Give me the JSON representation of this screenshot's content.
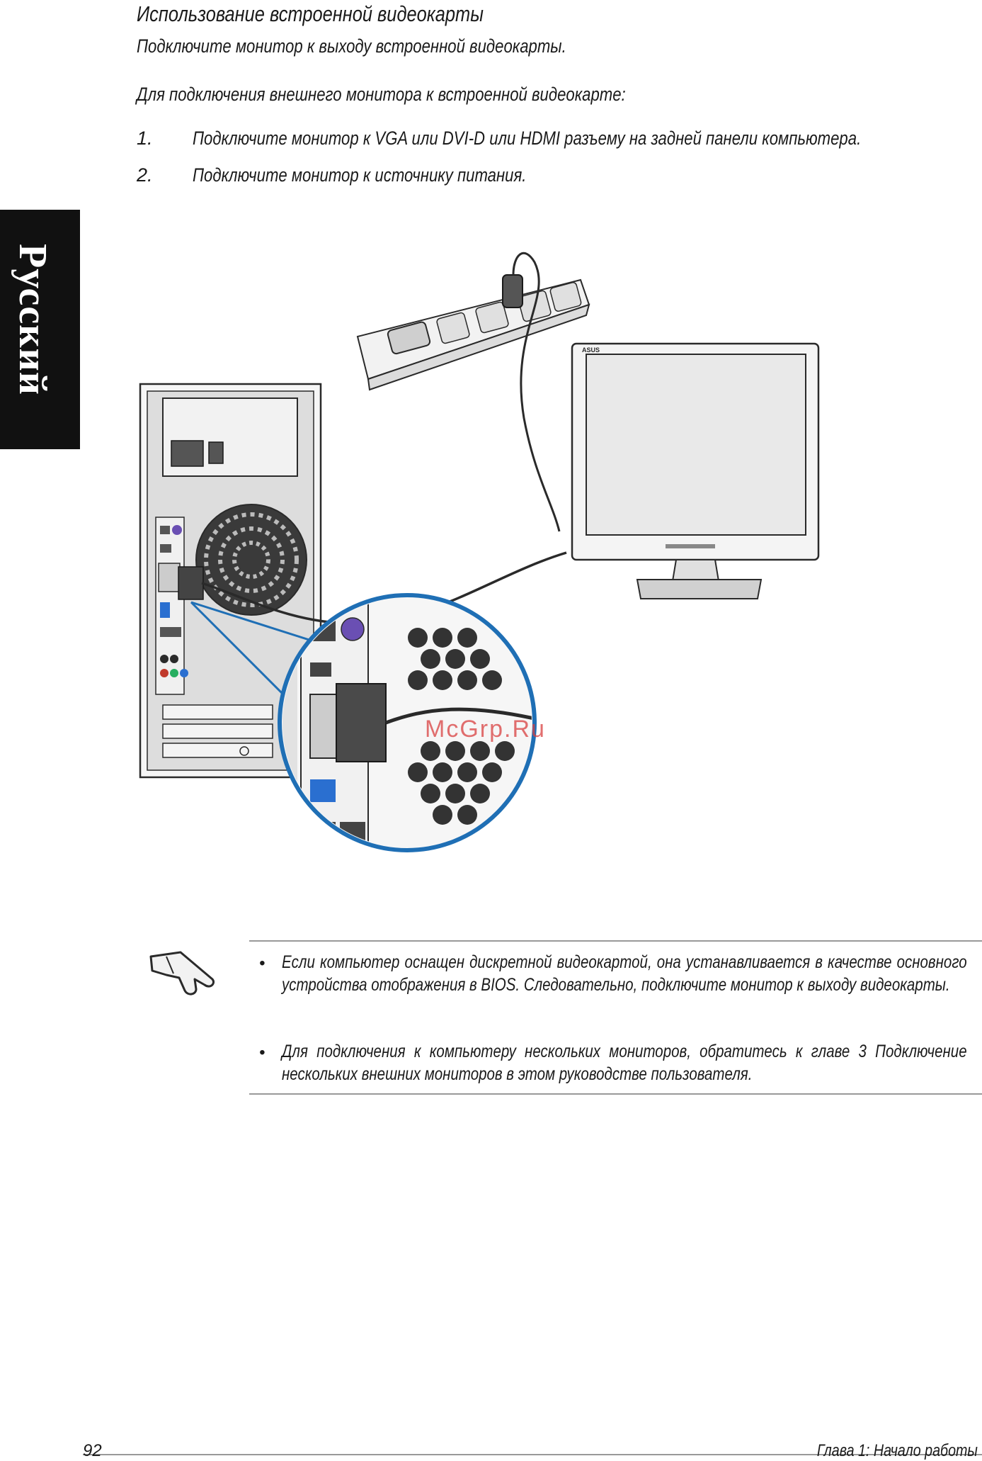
{
  "sidebar": {
    "language_tab": "Русский"
  },
  "section": {
    "heading": "Использование встроенной видеокарты",
    "subtitle": "Подключите монитор к выходу встроенной видеокарты.",
    "intro": "Для подключения внешнего монитора к встроенной видеокарте:",
    "steps": [
      {
        "num": "1.",
        "text": "Подключите монитор к VGA или DVI-D или HDMI разъему на задней панели компьютера."
      },
      {
        "num": "2.",
        "text": "Подключите монитор к источнику питания."
      }
    ]
  },
  "figure": {
    "watermark": "McGrp.Ru",
    "monitor_brand": "ASUS",
    "colors": {
      "outline": "#2a2a2a",
      "callout": "#1f6fb5",
      "port_blue": "#2a6fd0",
      "metal": "#d9d9d9"
    }
  },
  "note": {
    "icon": "pointing-hand-icon",
    "bullets": [
      {
        "symbol": "•",
        "text": "Если компьютер оснащен дискретной видеокартой, она устанавливается в качестве основного устройства отображения в BIOS. Следовательно, подключите монитор к выходу видеокарты."
      },
      {
        "symbol": "•",
        "text": "Для подключения к компьютеру нескольких мониторов, обратитесь к главе 3 Подключение нескольких внешних мониторов в этом руководстве пользователя."
      }
    ]
  },
  "footer": {
    "page_number": "92",
    "chapter": "Глава 1: Начало работы"
  }
}
